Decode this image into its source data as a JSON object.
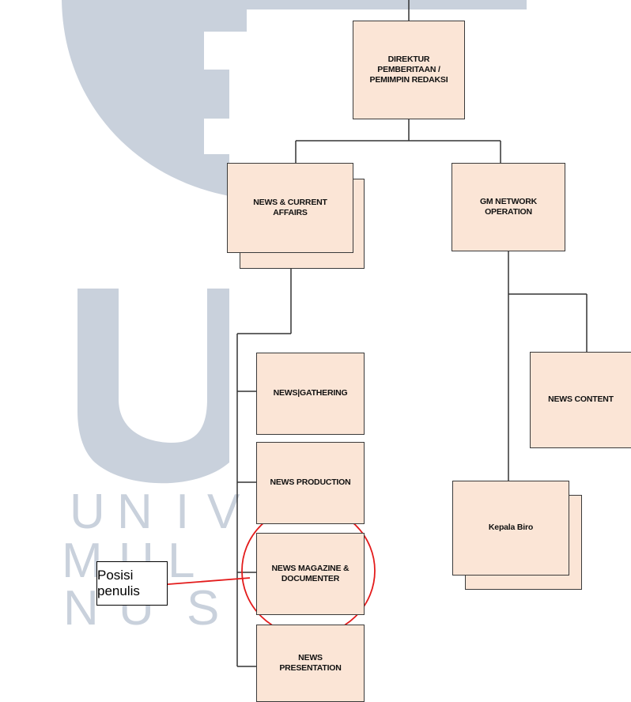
{
  "org_chart": {
    "director": "DIREKTUR\nPEMBERITAAN /\nPEMIMPIN REDAKSI",
    "news_current_affairs": "NEWS & CURRENT\nAFFAIRS",
    "gm_network": "GM NETWORK\nOPERATION",
    "news_gathering": "NEWS|GATHERING",
    "news_production": "NEWS PRODUCTION",
    "news_magazine": "NEWS MAGAZINE &\nDOCUMENTER",
    "news_presentation": "NEWS\nPRESENTATION",
    "news_content": "NEWS CONTENT",
    "kepala_biro": "Kepala Biro"
  },
  "annotation": {
    "label": "Posisi penulis"
  },
  "watermark": {
    "row1": [
      "U",
      "N",
      "I",
      "V"
    ],
    "row2": [
      "M",
      "U",
      "L"
    ],
    "row3": [
      "N",
      "U",
      "S"
    ]
  },
  "colors": {
    "box_fill": "#fbe5d6",
    "watermark": "#c9d1dc",
    "highlight": "#e31b1b"
  }
}
